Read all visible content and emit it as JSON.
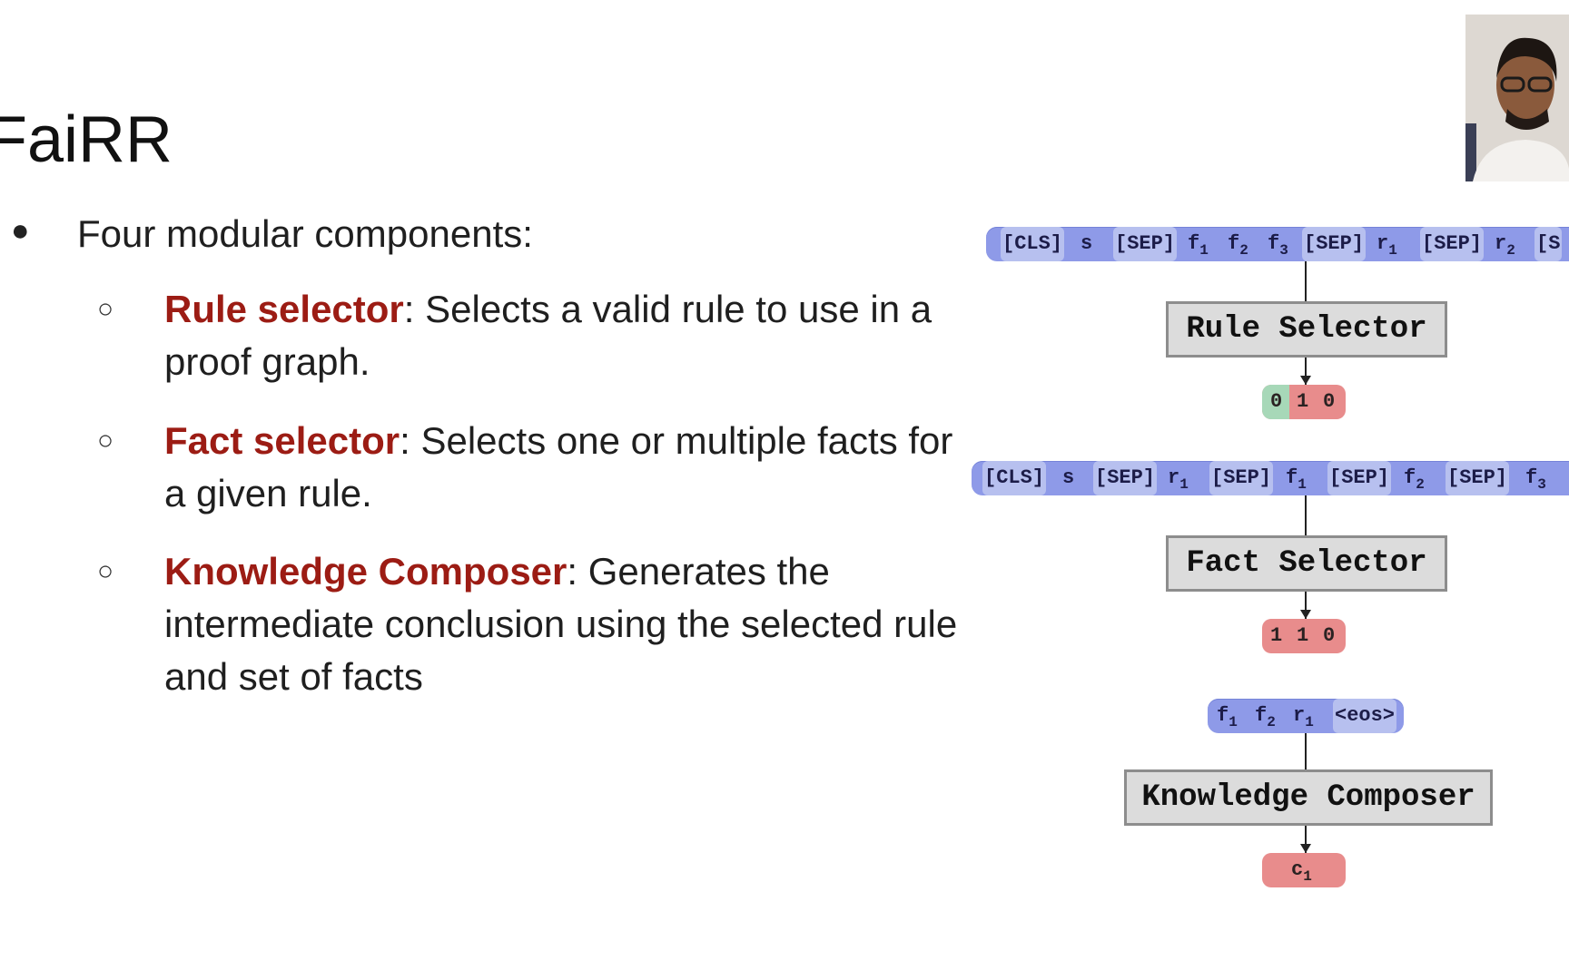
{
  "slide": {
    "title": "FaiRR",
    "bullet": "Four modular components:",
    "items": [
      {
        "term": "Rule selector",
        "desc": ": Selects a valid rule to use in a proof graph."
      },
      {
        "term": "Fact selector",
        "desc": ": Selects one or multiple facts for a given rule."
      },
      {
        "term": "Knowledge Composer",
        "desc": ": Generates the intermediate conclusion using the selected rule and set of facts"
      }
    ]
  },
  "diagram": {
    "input1": [
      "[CLS]",
      "s",
      "[SEP]",
      "f",
      "1",
      "f",
      "2",
      "f",
      "3",
      "[SEP]",
      "r",
      "1",
      "[SEP]",
      "r",
      "2",
      "[S"
    ],
    "rule_selector_label": "Rule Selector",
    "rule_output": [
      "0",
      "1",
      "0"
    ],
    "input2": [
      "[CLS]",
      "s",
      "[SEP]",
      "r",
      "1",
      "[SEP]",
      "f",
      "1",
      "[SEP]",
      "f",
      "2",
      "[SEP]",
      "f",
      "3"
    ],
    "fact_selector_label": "Fact Selector",
    "fact_output": [
      "1",
      "1",
      "0"
    ],
    "input3": [
      "f",
      "1",
      "f",
      "2",
      "r",
      "1",
      "<eos>"
    ],
    "composer_label": "Knowledge Composer",
    "composer_output": [
      "c",
      "1"
    ]
  },
  "colors": {
    "term": "#9c1c14",
    "token_bar": "#8e9ae8",
    "output_red": "#e88c8c",
    "output_green": "#a7d8b8"
  },
  "webcam": {
    "icon": "presenter-video"
  }
}
